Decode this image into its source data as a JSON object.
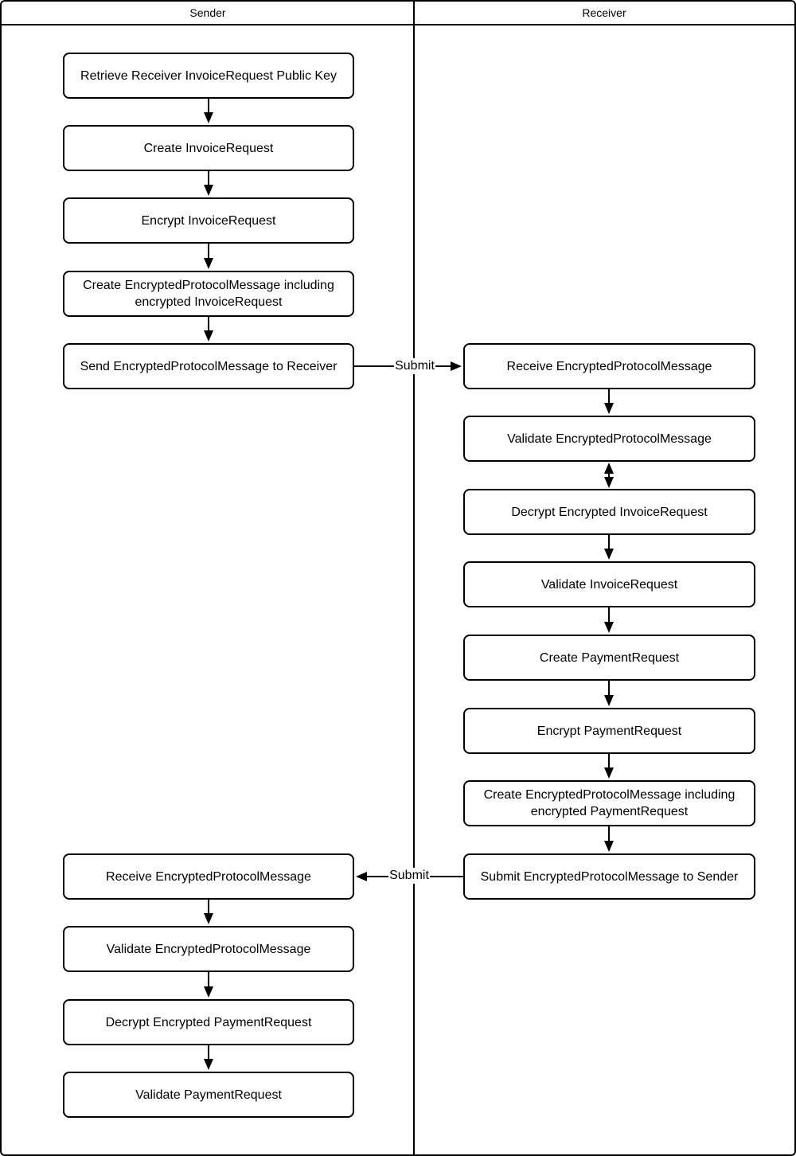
{
  "diagram": {
    "lanes": [
      {
        "title": "Sender"
      },
      {
        "title": "Receiver"
      }
    ],
    "sender_steps": [
      "Retrieve Receiver InvoiceRequest Public Key",
      "Create InvoiceRequest",
      "Encrypt InvoiceRequest",
      "Create EncryptedProtocolMessage including encrypted InvoiceRequest",
      "Send EncryptedProtocolMessage to Receiver",
      "Receive EncryptedProtocolMessage",
      "Validate EncryptedProtocolMessage",
      "Decrypt Encrypted PaymentRequest",
      "Validate PaymentRequest"
    ],
    "receiver_steps": [
      "Receive EncryptedProtocolMessage",
      "Validate EncryptedProtocolMessage",
      "Decrypt Encrypted InvoiceRequest",
      "Validate InvoiceRequest",
      "Create PaymentRequest",
      "Encrypt PaymentRequest",
      "Create EncryptedProtocolMessage including encrypted PaymentRequest",
      "Submit EncryptedProtocolMessage to Sender"
    ],
    "edge_labels": {
      "sender_to_receiver": "Submit",
      "receiver_to_sender": "Submit"
    },
    "colors": {
      "line": "#000000",
      "fill": "#ffffff",
      "text": "#000000"
    }
  }
}
